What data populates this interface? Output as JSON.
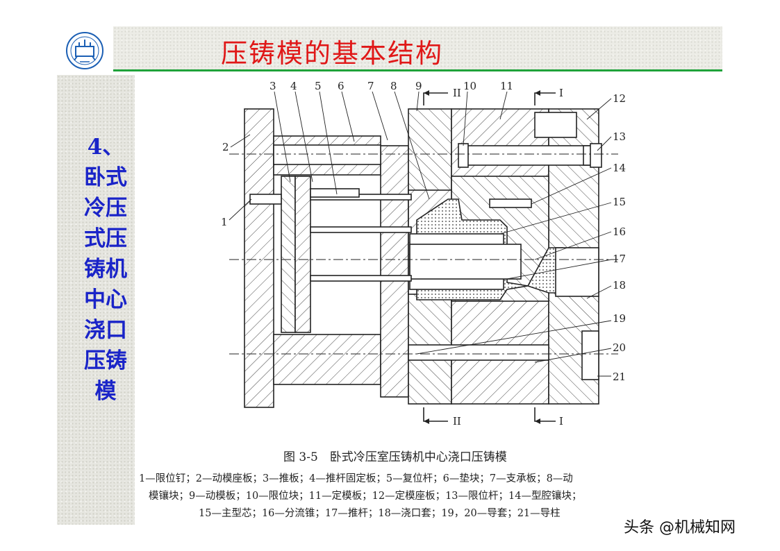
{
  "title": "压铸模的基本结构",
  "sidebar": {
    "lines": [
      "4、",
      "卧式",
      "冷压",
      "式压",
      "铸机",
      "中心",
      "浇口",
      "压铸",
      "模"
    ]
  },
  "diagram": {
    "callouts": [
      "1",
      "2",
      "3",
      "4",
      "5",
      "6",
      "7",
      "8",
      "9",
      "10",
      "11",
      "12",
      "13",
      "14",
      "15",
      "16",
      "17",
      "18",
      "19",
      "20",
      "21"
    ],
    "section_top_left": "II",
    "section_top_right": "I",
    "section_bottom_left": "II",
    "section_bottom_right": "I"
  },
  "caption": "图 3-5　卧式冷压室压铸机中心浇口压铸模",
  "legend": [
    "1—限位钉；2—动模座板；3—推板；4—推杆固定板；5—复位杆；6—垫块；7—支承板；8—动",
    "模镶块；9—动模板；10—限位块；11—定模板；12—定模座板；13—限位杆；14—型腔镶块；",
    "15—主型芯；16—分流锥；17—推杆；18—浇口套；19，20—导套；21—导柱"
  ],
  "watermark": "头条 @机械知网",
  "colors": {
    "title": "#e01818",
    "sidebar_text": "#1a24c8",
    "accent_line": "#1fa23a"
  },
  "logo": "university-seal-logo"
}
